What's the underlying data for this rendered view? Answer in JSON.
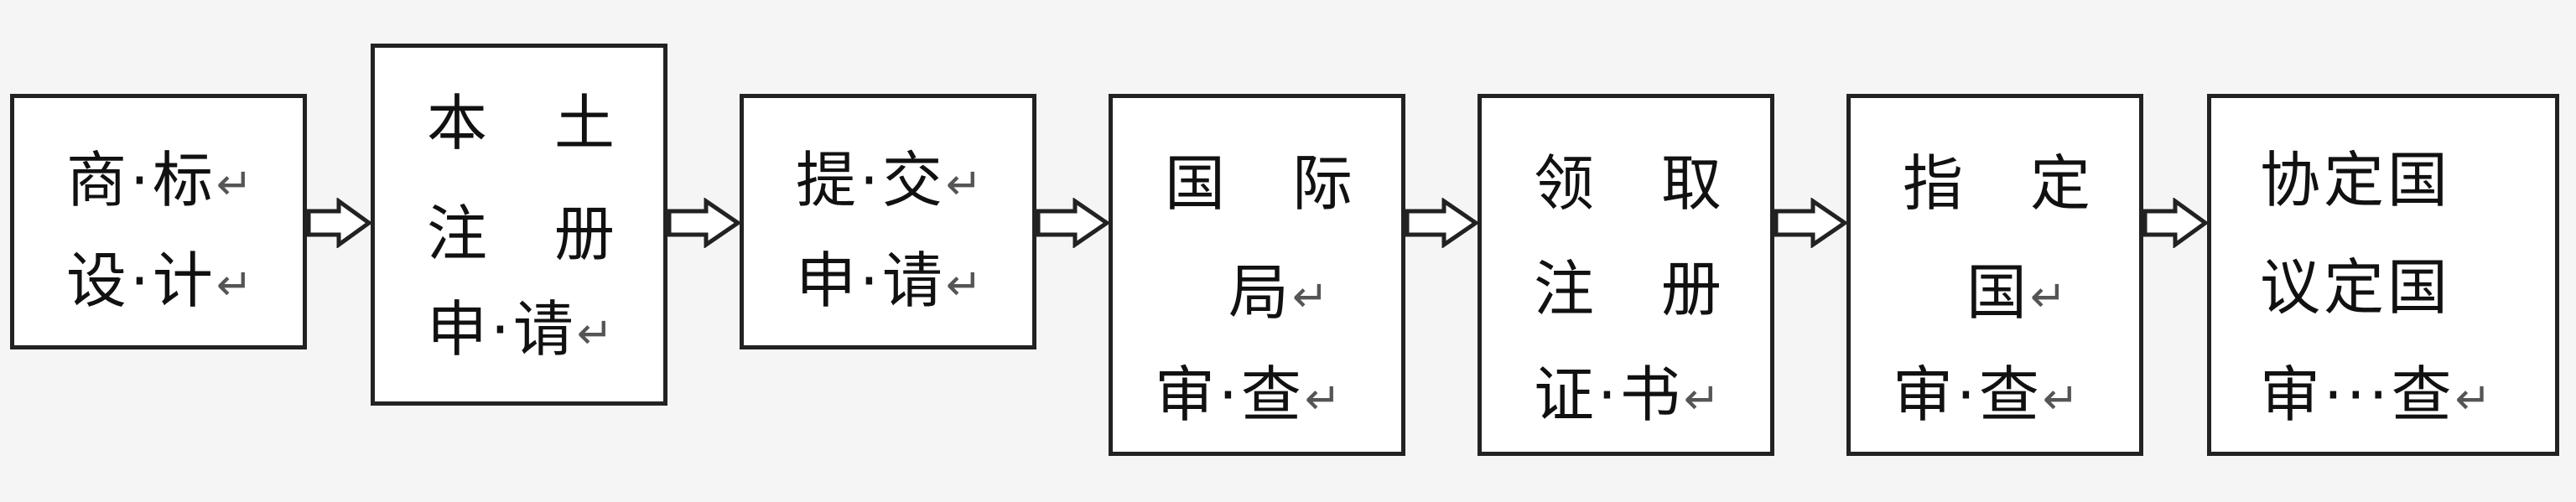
{
  "steps": [
    {
      "name": "商标设计",
      "lines": [
        "商·标",
        "设·计"
      ]
    },
    {
      "name": "本土注册申请",
      "lines": [
        "本　土",
        "注　册",
        "申·请"
      ]
    },
    {
      "name": "提交申请",
      "lines": [
        "提·交",
        "申·请"
      ]
    },
    {
      "name": "国际局审查",
      "lines": [
        "国　际",
        "局",
        "审·查"
      ]
    },
    {
      "name": "领取注册证书",
      "lines": [
        "领　取",
        "注　册",
        "证·书"
      ]
    },
    {
      "name": "指定国审查",
      "lines": [
        "指　定",
        "国",
        "审·查"
      ]
    },
    {
      "name": "协定国议定国审查",
      "lines": [
        "协定国",
        "议定国",
        "审···查"
      ]
    }
  ],
  "return_mark": "↵"
}
